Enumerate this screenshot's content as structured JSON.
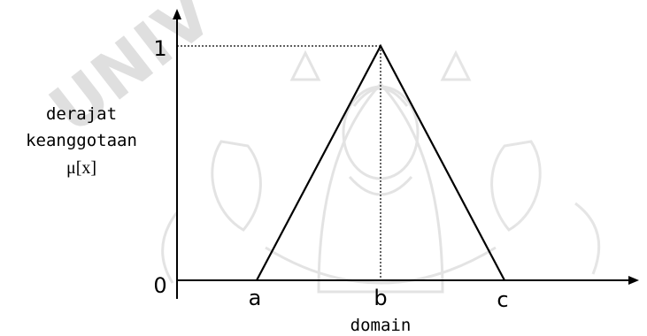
{
  "y_axis": {
    "label_line1": "derajat",
    "label_line2": "keanggotaan",
    "label_line3": "μ[x]",
    "tick_top": "1",
    "tick_bottom": "0"
  },
  "x_axis": {
    "label": "domain",
    "points": [
      "a",
      "b",
      "c"
    ]
  },
  "membership_function": {
    "shape": "triangle",
    "vertices": [
      {
        "x_label": "a",
        "membership": 0
      },
      {
        "x_label": "b",
        "membership": 1
      },
      {
        "x_label": "c",
        "membership": 0
      }
    ]
  },
  "watermark": {
    "text": "UNIV"
  }
}
